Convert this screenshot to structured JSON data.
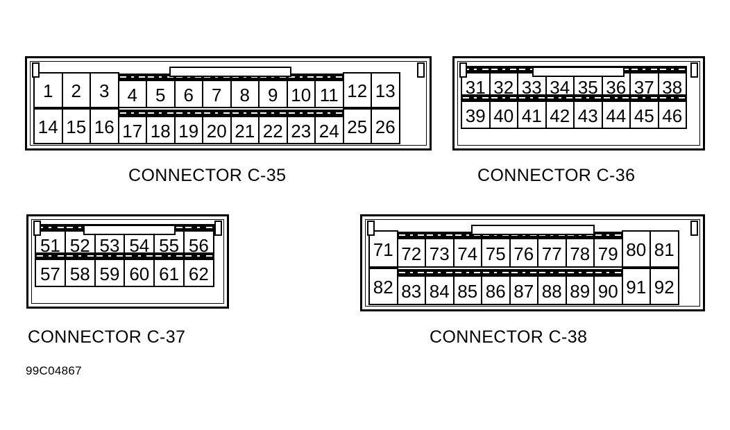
{
  "diagram": {
    "title": "Automotive connector pin-out diagram",
    "part_number": "99C04867",
    "line_color": "#000000",
    "background_color": "#ffffff"
  },
  "connectors": [
    {
      "id": "c-35",
      "caption": "CONNECTOR C-35",
      "rows": [
        [
          {
            "pin": "1",
            "banded": false
          },
          {
            "pin": "2",
            "banded": false
          },
          {
            "pin": "3",
            "banded": false
          },
          {
            "pin": "4",
            "banded": true
          },
          {
            "pin": "5",
            "banded": true
          },
          {
            "pin": "6",
            "banded": true
          },
          {
            "pin": "7",
            "banded": true
          },
          {
            "pin": "8",
            "banded": true
          },
          {
            "pin": "9",
            "banded": true
          },
          {
            "pin": "10",
            "banded": true
          },
          {
            "pin": "11",
            "banded": true
          },
          {
            "pin": "12",
            "banded": false
          },
          {
            "pin": "13",
            "banded": false
          }
        ],
        [
          {
            "pin": "14",
            "banded": false
          },
          {
            "pin": "15",
            "banded": false
          },
          {
            "pin": "16",
            "banded": false
          },
          {
            "pin": "17",
            "banded": true
          },
          {
            "pin": "18",
            "banded": true
          },
          {
            "pin": "19",
            "banded": true
          },
          {
            "pin": "20",
            "banded": true
          },
          {
            "pin": "21",
            "banded": true
          },
          {
            "pin": "22",
            "banded": true
          },
          {
            "pin": "23",
            "banded": true
          },
          {
            "pin": "24",
            "banded": true
          },
          {
            "pin": "25",
            "banded": false
          },
          {
            "pin": "26",
            "banded": false
          }
        ]
      ]
    },
    {
      "id": "c-36",
      "caption": "CONNECTOR C-36",
      "rows": [
        [
          {
            "pin": "31",
            "banded": true
          },
          {
            "pin": "32",
            "banded": true
          },
          {
            "pin": "33",
            "banded": true
          },
          {
            "pin": "34",
            "banded": true
          },
          {
            "pin": "35",
            "banded": true
          },
          {
            "pin": "36",
            "banded": true
          },
          {
            "pin": "37",
            "banded": true
          },
          {
            "pin": "38",
            "banded": true
          }
        ],
        [
          {
            "pin": "39",
            "banded": true
          },
          {
            "pin": "40",
            "banded": true
          },
          {
            "pin": "41",
            "banded": true
          },
          {
            "pin": "42",
            "banded": true
          },
          {
            "pin": "43",
            "banded": true
          },
          {
            "pin": "44",
            "banded": true
          },
          {
            "pin": "45",
            "banded": true
          },
          {
            "pin": "46",
            "banded": true
          }
        ]
      ]
    },
    {
      "id": "c-37",
      "caption": "CONNECTOR C-37",
      "rows": [
        [
          {
            "pin": "51",
            "banded": true
          },
          {
            "pin": "52",
            "banded": true
          },
          {
            "pin": "53",
            "banded": true
          },
          {
            "pin": "54",
            "banded": true
          },
          {
            "pin": "55",
            "banded": true
          },
          {
            "pin": "56",
            "banded": true
          }
        ],
        [
          {
            "pin": "57",
            "banded": true
          },
          {
            "pin": "58",
            "banded": true
          },
          {
            "pin": "59",
            "banded": true
          },
          {
            "pin": "60",
            "banded": true
          },
          {
            "pin": "61",
            "banded": true
          },
          {
            "pin": "62",
            "banded": true
          }
        ]
      ]
    },
    {
      "id": "c-38",
      "caption": "CONNECTOR C-38",
      "rows": [
        [
          {
            "pin": "71",
            "banded": false
          },
          {
            "pin": "72",
            "banded": true
          },
          {
            "pin": "73",
            "banded": true
          },
          {
            "pin": "74",
            "banded": true
          },
          {
            "pin": "75",
            "banded": true
          },
          {
            "pin": "76",
            "banded": true
          },
          {
            "pin": "77",
            "banded": true
          },
          {
            "pin": "78",
            "banded": true
          },
          {
            "pin": "79",
            "banded": true
          },
          {
            "pin": "80",
            "banded": false
          },
          {
            "pin": "81",
            "banded": false
          }
        ],
        [
          {
            "pin": "82",
            "banded": false
          },
          {
            "pin": "83",
            "banded": true
          },
          {
            "pin": "84",
            "banded": true
          },
          {
            "pin": "85",
            "banded": true
          },
          {
            "pin": "86",
            "banded": true
          },
          {
            "pin": "87",
            "banded": true
          },
          {
            "pin": "88",
            "banded": true
          },
          {
            "pin": "89",
            "banded": true
          },
          {
            "pin": "90",
            "banded": true
          },
          {
            "pin": "91",
            "banded": false
          },
          {
            "pin": "92",
            "banded": false
          }
        ]
      ]
    }
  ]
}
